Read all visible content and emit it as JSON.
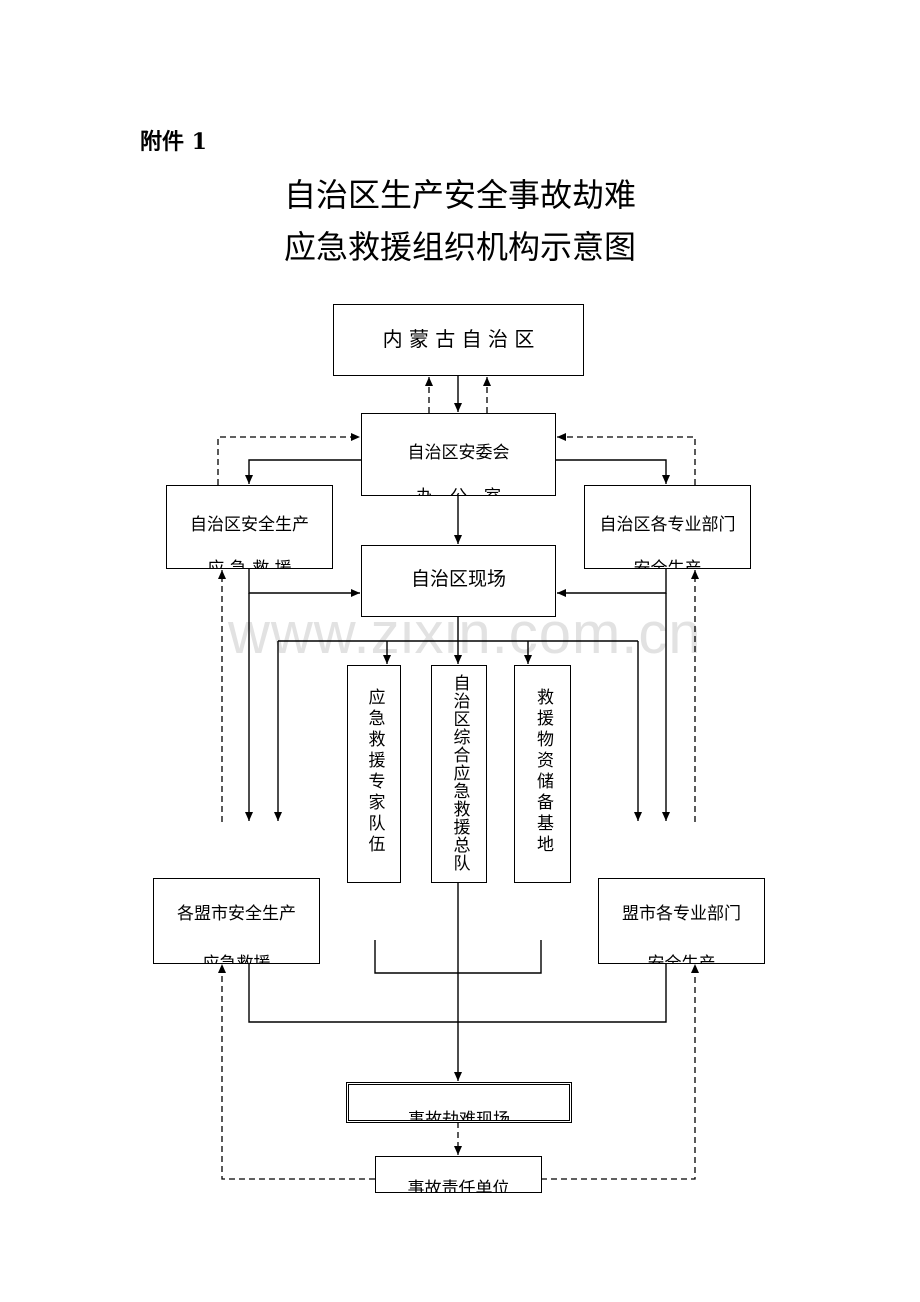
{
  "annex_label": "附件 1",
  "title_line1": "自治区生产安全事故劫难",
  "title_line2": "应急救援组织机构示意图",
  "watermark": "www.zixin.com.cn",
  "nodes": {
    "inner_mongolia": {
      "line1": "内 蒙 古 自 治 区"
    },
    "safety_committee": {
      "line1": "自治区安委会",
      "line2": "办　公　室"
    },
    "region_safety": {
      "line1": "自治区安全生产",
      "line2": "应 急 救 援"
    },
    "region_depts": {
      "line1": "自治区各专业部门",
      "line2": "安全生产"
    },
    "region_site": {
      "line1": "自治区现场"
    },
    "expert_team": {
      "label": "应急救援专家队伍"
    },
    "rescue_corps": {
      "label": "自治区综合应急救援总队"
    },
    "supply_base": {
      "label": "救援物资储备基地"
    },
    "league_safety": {
      "line1": "各盟市安全生产",
      "line2": "应急救援"
    },
    "league_depts": {
      "line1": "盟市各专业部门",
      "line2": "安全生产"
    },
    "accident_site": {
      "line1": "事故劫难现场"
    },
    "responsible_unit": {
      "line1": "事故责任单位"
    }
  }
}
